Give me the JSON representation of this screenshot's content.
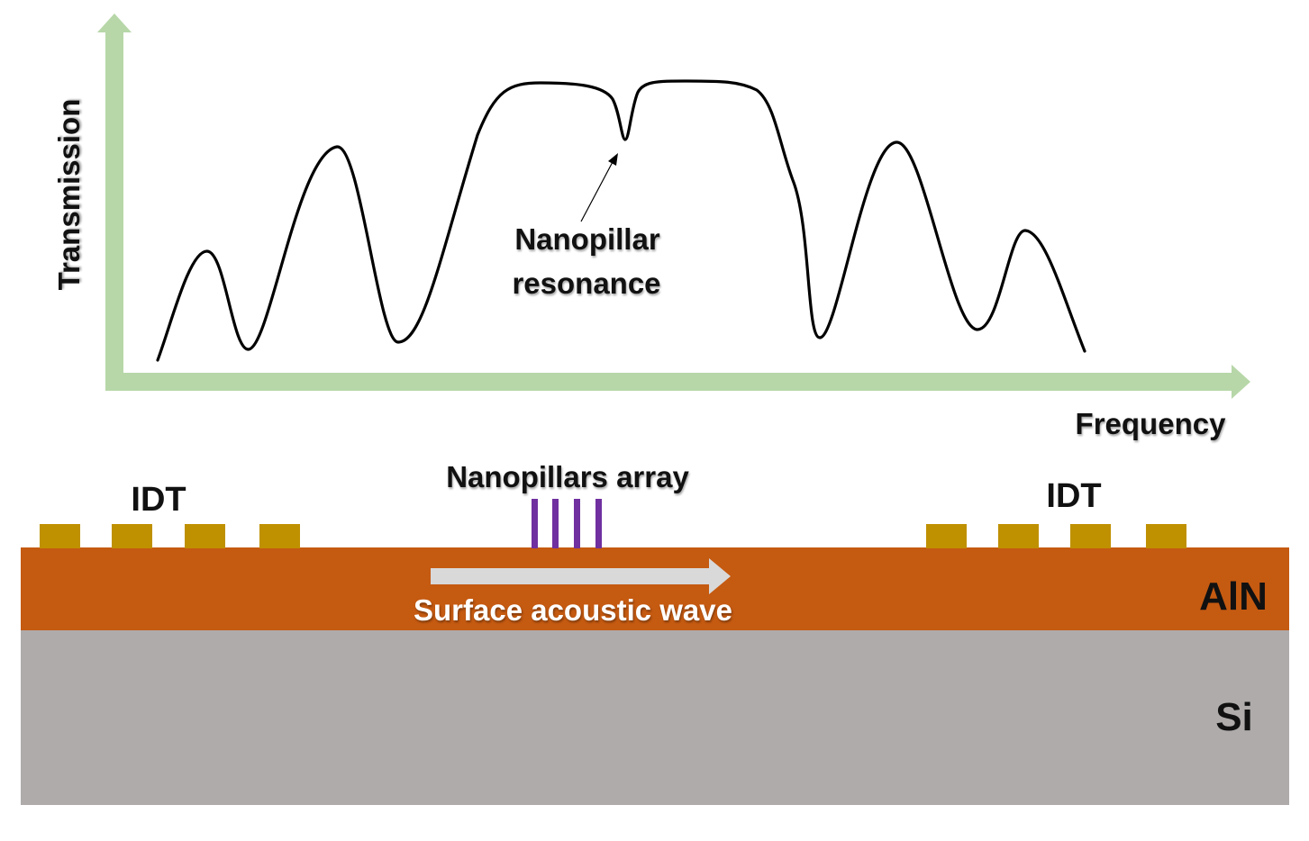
{
  "plot": {
    "y_axis_label": "Transmission",
    "x_axis_label": "Frequency",
    "annotation_line1": "Nanopillar",
    "annotation_line2": "resonance",
    "axis_color": "#b7d7a8",
    "curve_color": "#000000"
  },
  "device": {
    "idt_left_label": "IDT",
    "idt_right_label": "IDT",
    "nanopillars_label": "Nanopillars array",
    "wave_label": "Surface acoustic wave",
    "aln_label": "AlN",
    "si_label": "Si",
    "aln_color": "#c55a11",
    "si_color": "#afabab",
    "idt_color": "#bf9000",
    "nanopillar_color": "#7030a0",
    "wave_arrow_color": "#d9d9d9"
  }
}
